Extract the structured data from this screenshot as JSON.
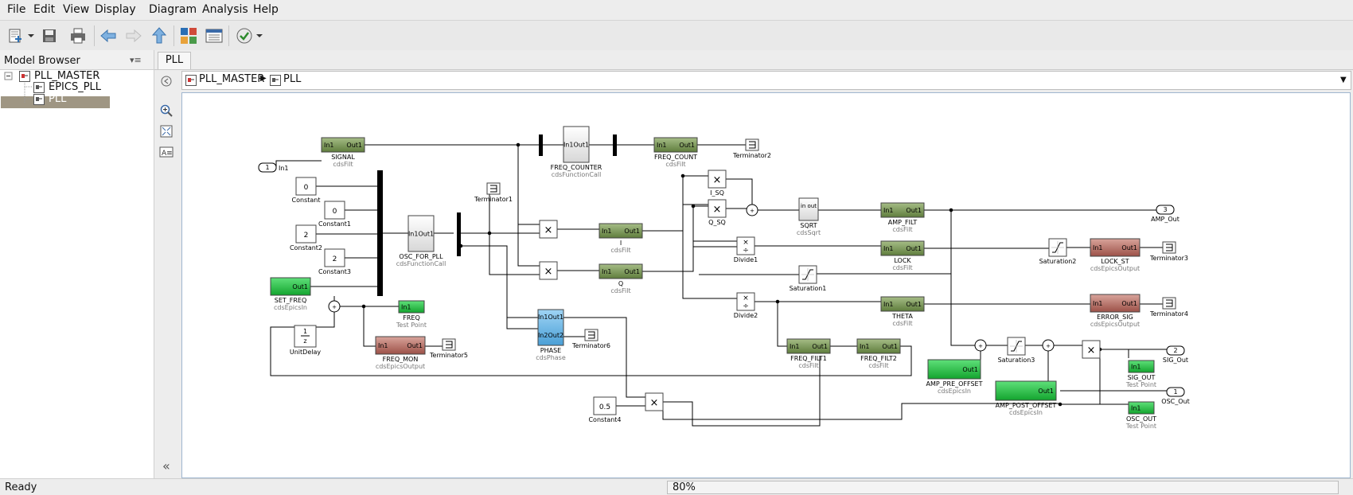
{
  "menu": [
    "File",
    "Edit",
    "View",
    "Display",
    "Diagram",
    "Analysis",
    "Help"
  ],
  "browser": {
    "title": "Model Browser",
    "tree": [
      {
        "label": "PLL_MASTER"
      },
      {
        "label": "EPICS_PLL"
      },
      {
        "label": "PLL",
        "selected": true
      }
    ]
  },
  "tabs": [
    "PLL"
  ],
  "breadcrumb": [
    "PLL_MASTER",
    "PLL"
  ],
  "status": {
    "text": "Ready",
    "zoom": "80%"
  },
  "colors": {
    "filt": "#7e9a5a",
    "epics_in": "#22b53e",
    "epics_out": "#b0675e",
    "phase": "#6fb3e0",
    "testpoint": "#22b53e"
  },
  "diagram": {
    "blocks": [
      {
        "id": "signal",
        "name": "SIGNAL",
        "lib": "cdsFilt",
        "type": "filt",
        "ports": [
          "In1",
          "Out1"
        ]
      },
      {
        "id": "freq_counter",
        "name": "FREQ_COUNTER",
        "lib": "cdsFunctionCall",
        "type": "func",
        "ports": [
          "In1Out1"
        ]
      },
      {
        "id": "freq_count",
        "name": "FREQ_COUNT",
        "lib": "cdsFilt",
        "type": "filt",
        "ports": [
          "In1",
          "Out1"
        ]
      },
      {
        "id": "terminator2",
        "name": "Terminator2",
        "lib": "",
        "type": "term",
        "ports": []
      },
      {
        "id": "constant",
        "name": "Constant",
        "lib": "",
        "type": "const",
        "value": "0",
        "ports": []
      },
      {
        "id": "constant1",
        "name": "Constant1",
        "lib": "",
        "type": "const",
        "value": "0",
        "ports": []
      },
      {
        "id": "constant2",
        "name": "Constant2",
        "lib": "",
        "type": "const",
        "value": "2",
        "ports": []
      },
      {
        "id": "constant3",
        "name": "Constant3",
        "lib": "",
        "type": "const",
        "value": "2",
        "ports": []
      },
      {
        "id": "osc_for_pll",
        "name": "OSC_FOR_PLL",
        "lib": "cdsFunctionCall",
        "type": "func",
        "ports": [
          "In1Out1"
        ]
      },
      {
        "id": "terminator1",
        "name": "Terminator1",
        "lib": "",
        "type": "term",
        "ports": []
      },
      {
        "id": "set_freq",
        "name": "SET_FREQ",
        "lib": "cdsEpicsIn",
        "type": "epics_in",
        "ports": [
          "Out1"
        ]
      },
      {
        "id": "freq",
        "name": "FREQ",
        "lib": "Test Point",
        "type": "testpoint",
        "ports": [
          "In1"
        ]
      },
      {
        "id": "unitdelay",
        "name": "UnitDelay",
        "lib": "",
        "type": "unitdelay",
        "value": "1",
        "value2": "z",
        "ports": []
      },
      {
        "id": "freq_mon",
        "name": "FREQ_MON",
        "lib": "cdsEpicsOutput",
        "type": "epics_out",
        "ports": [
          "In1",
          "Out1"
        ]
      },
      {
        "id": "terminator5",
        "name": "Terminator5",
        "lib": "",
        "type": "term",
        "ports": []
      },
      {
        "id": "i_filt",
        "name": "I",
        "lib": "cdsFilt",
        "type": "filt",
        "ports": [
          "In1",
          "Out1"
        ]
      },
      {
        "id": "q_filt",
        "name": "Q",
        "lib": "cdsFilt",
        "type": "filt",
        "ports": [
          "In1",
          "Out1"
        ]
      },
      {
        "id": "phase",
        "name": "PHASE",
        "lib": "cdsPhase",
        "type": "phase",
        "ports": [
          "In1Out1",
          "In2Out2"
        ]
      },
      {
        "id": "terminator6",
        "name": "Terminator6",
        "lib": "",
        "type": "term",
        "ports": []
      },
      {
        "id": "i_sq",
        "name": "I_SQ",
        "lib": "",
        "type": "mult",
        "ports": []
      },
      {
        "id": "q_sq",
        "name": "Q_SQ",
        "lib": "",
        "type": "mult",
        "ports": []
      },
      {
        "id": "sqrt",
        "name": "SQRT",
        "lib": "cdsSqrt",
        "type": "sqrt",
        "ports": [
          "in out"
        ]
      },
      {
        "id": "amp_filt",
        "name": "AMP_FILT",
        "lib": "cdsFilt",
        "type": "filt",
        "ports": [
          "In1",
          "Out1"
        ]
      },
      {
        "id": "divide1",
        "name": "Divide1",
        "lib": "",
        "type": "divide",
        "ports": []
      },
      {
        "id": "lock",
        "name": "LOCK",
        "lib": "cdsFilt",
        "type": "filt",
        "ports": [
          "In1",
          "Out1"
        ]
      },
      {
        "id": "saturation1",
        "name": "Saturation1",
        "lib": "",
        "type": "sat",
        "ports": []
      },
      {
        "id": "saturation2",
        "name": "Saturation2",
        "lib": "",
        "type": "sat",
        "ports": []
      },
      {
        "id": "lock_st",
        "name": "LOCK_ST",
        "lib": "cdsEpicsOutput",
        "type": "epics_out",
        "ports": [
          "In1",
          "Out1"
        ]
      },
      {
        "id": "terminator3",
        "name": "Terminator3",
        "lib": "",
        "type": "term",
        "ports": []
      },
      {
        "id": "divide2",
        "name": "Divide2",
        "lib": "",
        "type": "divide",
        "ports": []
      },
      {
        "id": "theta",
        "name": "THETA",
        "lib": "cdsFilt",
        "type": "filt",
        "ports": [
          "In1",
          "Out1"
        ]
      },
      {
        "id": "error_sig",
        "name": "ERROR_SIG",
        "lib": "cdsEpicsOutput",
        "type": "epics_out",
        "ports": [
          "In1",
          "Out1"
        ]
      },
      {
        "id": "terminator4",
        "name": "Terminator4",
        "lib": "",
        "type": "term",
        "ports": []
      },
      {
        "id": "freq_filt1",
        "name": "FREQ_FILT1",
        "lib": "cdsFilt",
        "type": "filt",
        "ports": [
          "In1",
          "Out1"
        ]
      },
      {
        "id": "freq_filt2",
        "name": "FREQ_FILT2",
        "lib": "cdsFilt",
        "type": "filt",
        "ports": [
          "In1",
          "Out1"
        ]
      },
      {
        "id": "amp_pre_offset",
        "name": "AMP_PRE_OFFSET",
        "lib": "cdsEpicsIn",
        "type": "epics_in",
        "ports": [
          "Out1"
        ]
      },
      {
        "id": "saturation3",
        "name": "Saturation3",
        "lib": "",
        "type": "sat",
        "ports": []
      },
      {
        "id": "amp_post_offset",
        "name": "AMP_POST_OFFSET",
        "lib": "cdsEpicsIn",
        "type": "epics_in",
        "ports": [
          "Out1"
        ]
      },
      {
        "id": "sig_out_tp",
        "name": "SIG_OUT",
        "lib": "Test Point",
        "type": "testpoint",
        "ports": [
          "In1"
        ]
      },
      {
        "id": "osc_out_tp",
        "name": "OSC_OUT",
        "lib": "Test Point",
        "type": "testpoint",
        "ports": [
          "In1"
        ]
      },
      {
        "id": "constant4",
        "name": "Constant4",
        "lib": "",
        "type": "const",
        "value": "0.5",
        "ports": []
      }
    ],
    "ports_io": [
      {
        "id": "in1",
        "num": "1",
        "name": "In1",
        "dir": "in"
      },
      {
        "id": "amp_out",
        "num": "3",
        "name": "AMP_Out",
        "dir": "out"
      },
      {
        "id": "sig_out",
        "num": "2",
        "name": "SIG_Out",
        "dir": "out"
      },
      {
        "id": "osc_out",
        "num": "1",
        "name": "OSC_Out",
        "dir": "out"
      }
    ]
  }
}
